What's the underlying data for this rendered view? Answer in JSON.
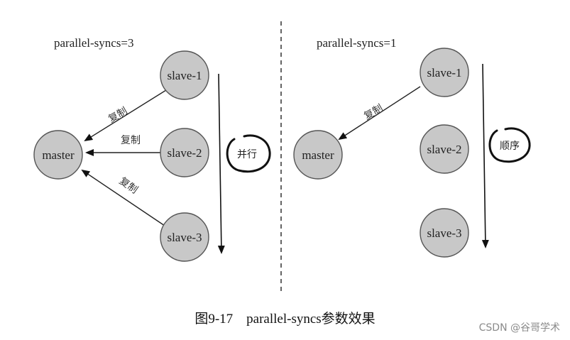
{
  "left_panel": {
    "title": "parallel-syncs=3",
    "master_label": "master",
    "slaves": [
      "slave-1",
      "slave-2",
      "slave-3"
    ],
    "edge_labels": [
      "复制",
      "复制",
      "复制"
    ],
    "annotation": "并行"
  },
  "right_panel": {
    "title": "parallel-syncs=1",
    "master_label": "master",
    "slaves": [
      "slave-1",
      "slave-2",
      "slave-3"
    ],
    "edge_labels": [
      "复制"
    ],
    "annotation": "顺序"
  },
  "caption": "图9-17　parallel-syncs参数效果",
  "watermark": "CSDN @谷哥学术"
}
